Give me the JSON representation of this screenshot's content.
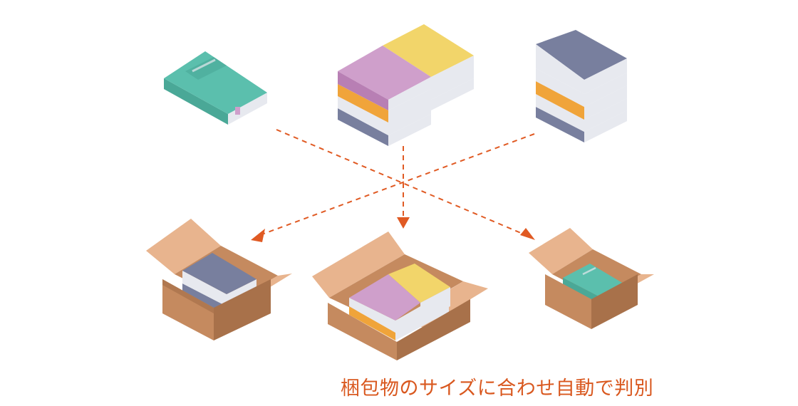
{
  "caption": {
    "text": "梱包物のサイズに合わせ自動で判別",
    "color": "#d9581f"
  },
  "colors": {
    "arrow": "#e05a23",
    "box_outer": "#c58a5f",
    "box_inner": "#e8b48e",
    "box_dark": "#a8714a",
    "book_pages": "#e7e9ef",
    "book_teal": "#5bbfad",
    "book_yellow": "#f2d56a",
    "book_pink": "#cf9fcb",
    "book_orange": "#f0a43a",
    "book_navy": "#787f9e"
  },
  "items": {
    "source": [
      "single-teal-book",
      "large-book-stack",
      "tall-book-stack"
    ],
    "targets": [
      "medium-box",
      "large-box",
      "small-box"
    ]
  }
}
